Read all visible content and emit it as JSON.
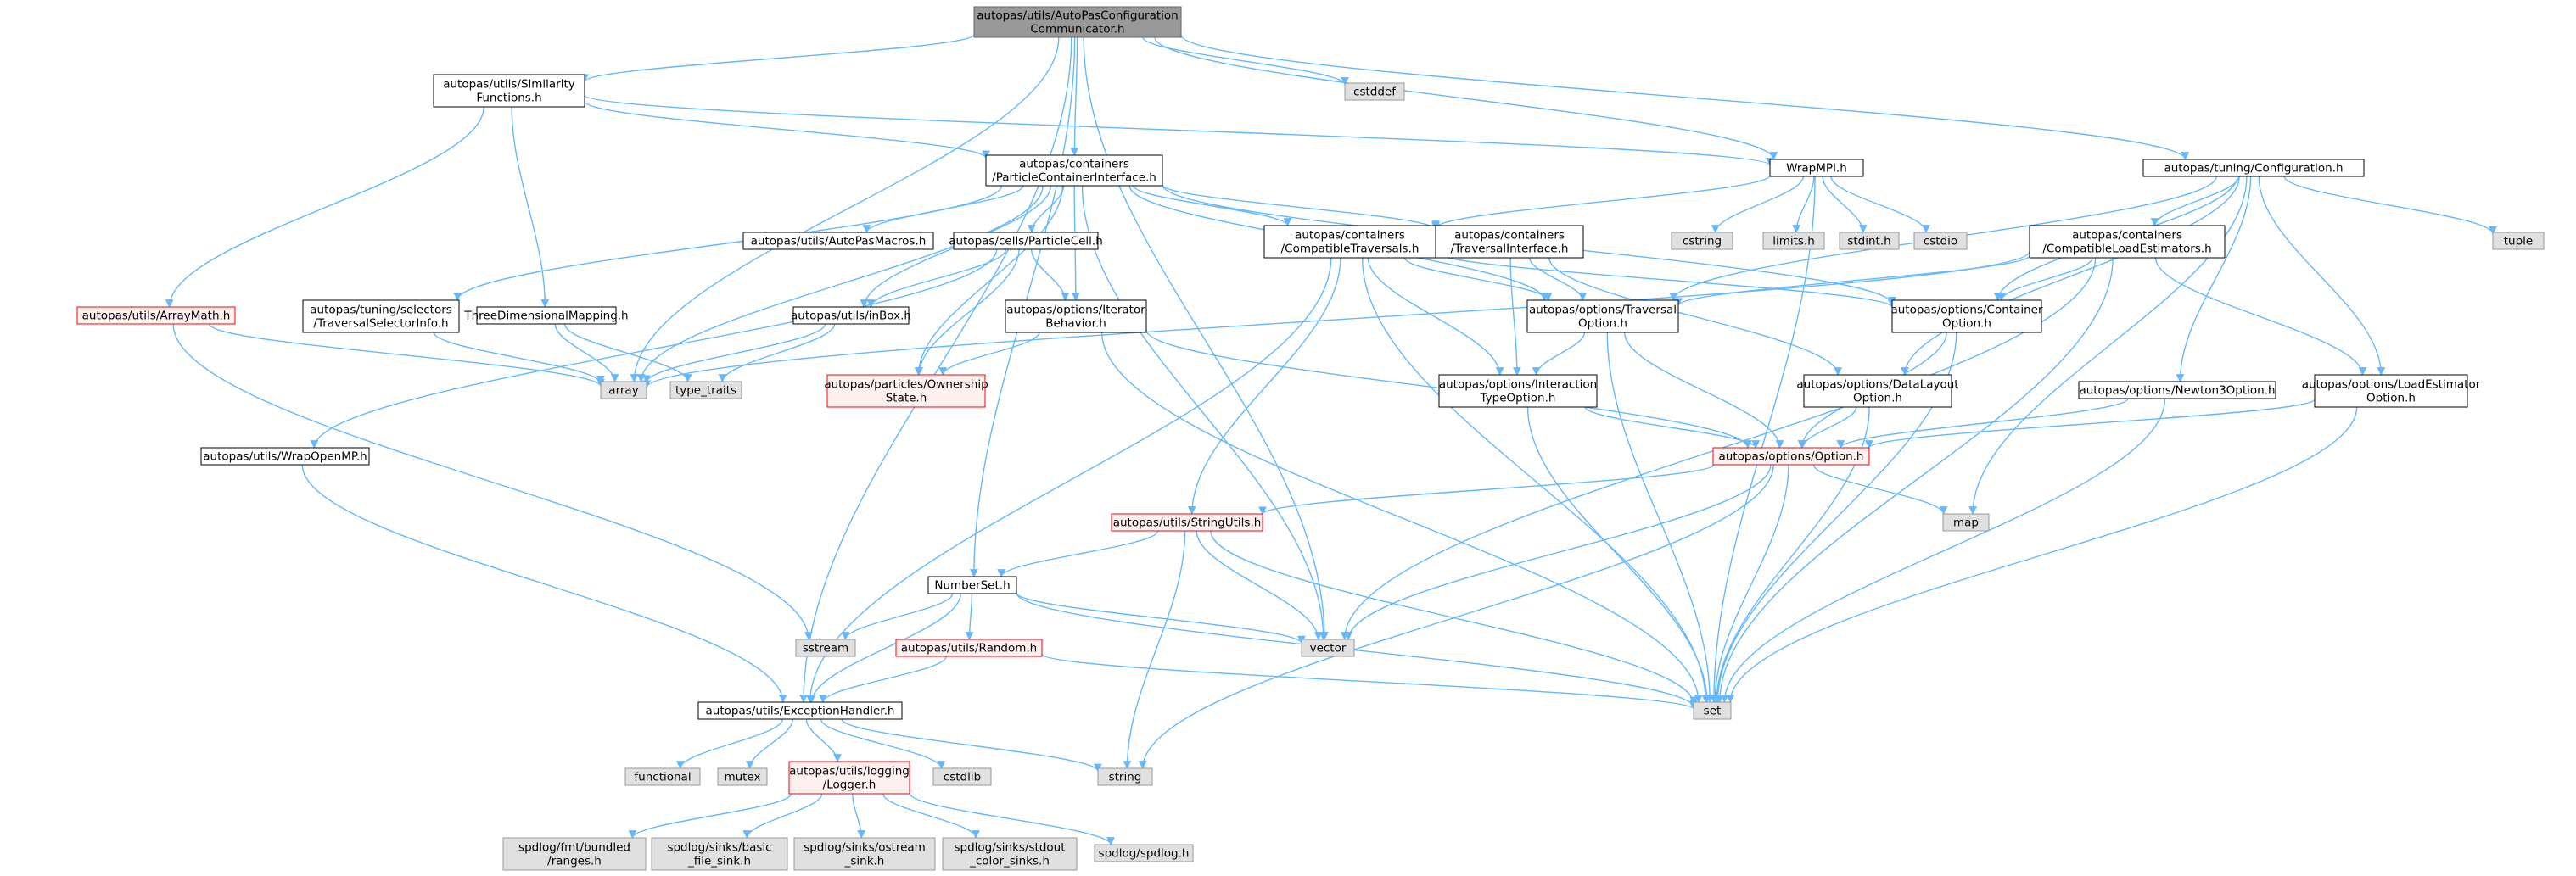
{
  "graph": {
    "colors": {
      "edge": "#63b8ff",
      "root_fill": "#999999",
      "root_border": "#666666",
      "internal_fill": "#ffffff",
      "internal_border": "#000000",
      "external_fill": "#e0e0e0",
      "external_border": "#999999",
      "truncated_fill": "#fff0f0",
      "truncated_border": "#ff0000"
    },
    "nodes": {
      "root": {
        "lines": [
          "autopas/utils/AutoPasConfiguration",
          "Communicator.h"
        ],
        "kind": "root"
      },
      "similarity": {
        "lines": [
          "autopas/utils/Similarity",
          "Functions.h"
        ],
        "kind": "internal"
      },
      "cstddef": {
        "lines": [
          "cstddef"
        ],
        "kind": "external"
      },
      "pci": {
        "lines": [
          "autopas/containers",
          "/ParticleContainerInterface.h"
        ],
        "kind": "internal"
      },
      "wrapmpi": {
        "lines": [
          "WrapMPI.h"
        ],
        "kind": "internal"
      },
      "config": {
        "lines": [
          "autopas/tuning/Configuration.h"
        ],
        "kind": "internal"
      },
      "macros": {
        "lines": [
          "autopas/utils/AutoPasMacros.h"
        ],
        "kind": "internal"
      },
      "particlecell": {
        "lines": [
          "autopas/cells/ParticleCell.h"
        ],
        "kind": "internal"
      },
      "comptrav": {
        "lines": [
          "autopas/containers",
          "/CompatibleTraversals.h"
        ],
        "kind": "internal"
      },
      "travinterface": {
        "lines": [
          "autopas/containers",
          "/TraversalInterface.h"
        ],
        "kind": "internal"
      },
      "cstring": {
        "lines": [
          "cstring"
        ],
        "kind": "external"
      },
      "limits": {
        "lines": [
          "limits.h"
        ],
        "kind": "external"
      },
      "stdint": {
        "lines": [
          "stdint.h"
        ],
        "kind": "external"
      },
      "cstdio": {
        "lines": [
          "cstdio"
        ],
        "kind": "external"
      },
      "complbe": {
        "lines": [
          "autopas/containers",
          "/CompatibleLoadEstimators.h"
        ],
        "kind": "internal"
      },
      "tuple": {
        "lines": [
          "tuple"
        ],
        "kind": "external"
      },
      "arraymath": {
        "lines": [
          "autopas/utils/ArrayMath.h"
        ],
        "kind": "truncated"
      },
      "travselinfo": {
        "lines": [
          "autopas/tuning/selectors",
          "/TraversalSelectorInfo.h"
        ],
        "kind": "internal"
      },
      "threedmap": {
        "lines": [
          "ThreeDimensionalMapping.h"
        ],
        "kind": "internal"
      },
      "inbox": {
        "lines": [
          "autopas/utils/inBox.h"
        ],
        "kind": "internal"
      },
      "iterbehavior": {
        "lines": [
          "autopas/options/Iterator",
          "Behavior.h"
        ],
        "kind": "internal"
      },
      "travoption": {
        "lines": [
          "autopas/options/Traversal",
          "Option.h"
        ],
        "kind": "internal"
      },
      "contoption": {
        "lines": [
          "autopas/options/Container",
          "Option.h"
        ],
        "kind": "internal"
      },
      "array": {
        "lines": [
          "array"
        ],
        "kind": "external"
      },
      "typetraits": {
        "lines": [
          "type_traits"
        ],
        "kind": "external"
      },
      "ownership": {
        "lines": [
          "autopas/particles/Ownership",
          "State.h"
        ],
        "kind": "truncated"
      },
      "interaction": {
        "lines": [
          "autopas/options/Interaction",
          "TypeOption.h"
        ],
        "kind": "internal"
      },
      "datalayout": {
        "lines": [
          "autopas/options/DataLayout",
          "Option.h"
        ],
        "kind": "internal"
      },
      "newton3": {
        "lines": [
          "autopas/options/Newton3Option.h"
        ],
        "kind": "internal"
      },
      "lbeoption": {
        "lines": [
          "autopas/options/LoadEstimator",
          "Option.h"
        ],
        "kind": "internal"
      },
      "wrapomp": {
        "lines": [
          "autopas/utils/WrapOpenMP.h"
        ],
        "kind": "internal"
      },
      "option": {
        "lines": [
          "autopas/options/Option.h"
        ],
        "kind": "truncated"
      },
      "stringutils": {
        "lines": [
          "autopas/utils/StringUtils.h"
        ],
        "kind": "truncated"
      },
      "map": {
        "lines": [
          "map"
        ],
        "kind": "external"
      },
      "numberset": {
        "lines": [
          "NumberSet.h"
        ],
        "kind": "internal"
      },
      "sstream": {
        "lines": [
          "sstream"
        ],
        "kind": "external"
      },
      "vector": {
        "lines": [
          "vector"
        ],
        "kind": "external"
      },
      "random": {
        "lines": [
          "autopas/utils/Random.h"
        ],
        "kind": "truncated"
      },
      "exception": {
        "lines": [
          "autopas/utils/ExceptionHandler.h"
        ],
        "kind": "internal"
      },
      "set": {
        "lines": [
          "set"
        ],
        "kind": "external"
      },
      "functional": {
        "lines": [
          "functional"
        ],
        "kind": "external"
      },
      "mutex": {
        "lines": [
          "mutex"
        ],
        "kind": "external"
      },
      "logger": {
        "lines": [
          "autopas/utils/logging",
          "/Logger.h"
        ],
        "kind": "truncated"
      },
      "cstdlib": {
        "lines": [
          "cstdlib"
        ],
        "kind": "external"
      },
      "string": {
        "lines": [
          "string"
        ],
        "kind": "external"
      },
      "fmtranges": {
        "lines": [
          "spdlog/fmt/bundled",
          "/ranges.h"
        ],
        "kind": "external"
      },
      "basicfile": {
        "lines": [
          "spdlog/sinks/basic",
          "_file_sink.h"
        ],
        "kind": "external"
      },
      "ostream": {
        "lines": [
          "spdlog/sinks/ostream",
          "_sink.h"
        ],
        "kind": "external"
      },
      "stdoutcolor": {
        "lines": [
          "spdlog/sinks/stdout",
          "_color_sinks.h"
        ],
        "kind": "external"
      },
      "spdlog": {
        "lines": [
          "spdlog/spdlog.h"
        ],
        "kind": "external"
      }
    },
    "edges": [
      [
        "root",
        "similarity"
      ],
      [
        "root",
        "cstddef"
      ],
      [
        "root",
        "pci"
      ],
      [
        "root",
        "wrapmpi"
      ],
      [
        "root",
        "config"
      ],
      [
        "root",
        "array"
      ],
      [
        "root",
        "numberset"
      ],
      [
        "root",
        "vector"
      ],
      [
        "root",
        "exception"
      ],
      [
        "similarity",
        "pci"
      ],
      [
        "similarity",
        "wrapmpi"
      ],
      [
        "similarity",
        "arraymath"
      ],
      [
        "similarity",
        "threedmap"
      ],
      [
        "pci",
        "macros"
      ],
      [
        "pci",
        "particlecell"
      ],
      [
        "pci",
        "comptrav"
      ],
      [
        "pci",
        "travinterface"
      ],
      [
        "pci",
        "travselinfo"
      ],
      [
        "pci",
        "inbox"
      ],
      [
        "pci",
        "iterbehavior"
      ],
      [
        "pci",
        "travoption"
      ],
      [
        "pci",
        "contoption"
      ],
      [
        "pci",
        "array"
      ],
      [
        "pci",
        "vector"
      ],
      [
        "pci",
        "ownership"
      ],
      [
        "wrapmpi",
        "cstring"
      ],
      [
        "wrapmpi",
        "limits"
      ],
      [
        "wrapmpi",
        "stdint"
      ],
      [
        "wrapmpi",
        "cstdio"
      ],
      [
        "wrapmpi",
        "set"
      ],
      [
        "wrapmpi",
        "comptrav"
      ],
      [
        "config",
        "complbe"
      ],
      [
        "config",
        "tuple"
      ],
      [
        "config",
        "contoption"
      ],
      [
        "config",
        "travoption"
      ],
      [
        "config",
        "datalayout"
      ],
      [
        "config",
        "newton3"
      ],
      [
        "config",
        "lbeoption"
      ],
      [
        "config",
        "map"
      ],
      [
        "particlecell",
        "inbox"
      ],
      [
        "particlecell",
        "iterbehavior"
      ],
      [
        "particlecell",
        "ownership"
      ],
      [
        "particlecell",
        "wrapomp"
      ],
      [
        "comptrav",
        "travoption"
      ],
      [
        "comptrav",
        "contoption"
      ],
      [
        "comptrav",
        "interaction"
      ],
      [
        "comptrav",
        "stringutils"
      ],
      [
        "comptrav",
        "set"
      ],
      [
        "comptrav",
        "exception"
      ],
      [
        "travinterface",
        "travoption"
      ],
      [
        "travinterface",
        "datalayout"
      ],
      [
        "travinterface",
        "interaction"
      ],
      [
        "complbe",
        "contoption"
      ],
      [
        "complbe",
        "travoption"
      ],
      [
        "complbe",
        "lbeoption"
      ],
      [
        "complbe",
        "vector"
      ],
      [
        "complbe",
        "array"
      ],
      [
        "complbe",
        "set"
      ],
      [
        "arraymath",
        "array"
      ],
      [
        "arraymath",
        "sstream"
      ],
      [
        "travselinfo",
        "array"
      ],
      [
        "threedmap",
        "array"
      ],
      [
        "threedmap",
        "typetraits"
      ],
      [
        "inbox",
        "array"
      ],
      [
        "inbox",
        "typetraits"
      ],
      [
        "iterbehavior",
        "ownership"
      ],
      [
        "iterbehavior",
        "option"
      ],
      [
        "iterbehavior",
        "set"
      ],
      [
        "travoption",
        "option"
      ],
      [
        "travoption",
        "interaction"
      ],
      [
        "travoption",
        "set"
      ],
      [
        "contoption",
        "option"
      ],
      [
        "contoption",
        "set"
      ],
      [
        "interaction",
        "option"
      ],
      [
        "interaction",
        "set"
      ],
      [
        "datalayout",
        "option"
      ],
      [
        "datalayout",
        "set"
      ],
      [
        "newton3",
        "option"
      ],
      [
        "newton3",
        "set"
      ],
      [
        "lbeoption",
        "option"
      ],
      [
        "lbeoption",
        "set"
      ],
      [
        "wrapomp",
        "exception"
      ],
      [
        "option",
        "stringutils"
      ],
      [
        "option",
        "map"
      ],
      [
        "option",
        "vector"
      ],
      [
        "option",
        "set"
      ],
      [
        "option",
        "string"
      ],
      [
        "stringutils",
        "numberset"
      ],
      [
        "stringutils",
        "vector"
      ],
      [
        "stringutils",
        "set"
      ],
      [
        "stringutils",
        "string"
      ],
      [
        "numberset",
        "sstream"
      ],
      [
        "numberset",
        "random"
      ],
      [
        "numberset",
        "vector"
      ],
      [
        "numberset",
        "set"
      ],
      [
        "numberset",
        "exception"
      ],
      [
        "random",
        "set"
      ],
      [
        "random",
        "exception"
      ],
      [
        "exception",
        "functional"
      ],
      [
        "exception",
        "mutex"
      ],
      [
        "exception",
        "logger"
      ],
      [
        "exception",
        "cstdlib"
      ],
      [
        "exception",
        "string"
      ],
      [
        "logger",
        "fmtranges"
      ],
      [
        "logger",
        "basicfile"
      ],
      [
        "logger",
        "ostream"
      ],
      [
        "logger",
        "stdoutcolor"
      ],
      [
        "logger",
        "spdlog"
      ]
    ]
  }
}
